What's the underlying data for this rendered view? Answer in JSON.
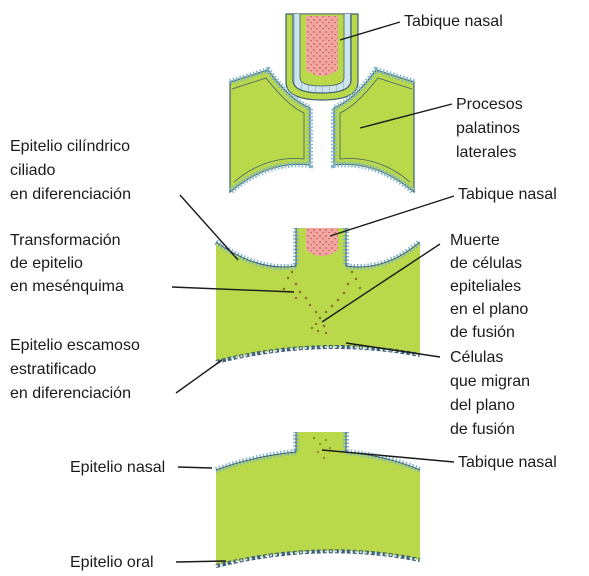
{
  "colors": {
    "mesenchyme": "#b9d84a",
    "mesenchyme_dark": "#a3c43a",
    "epithelium_fill": "#cfe3ec",
    "epithelium_cell": "#7fb6cc",
    "epithelium_edge": "#3d5f73",
    "septum_core": "#f0a9a2",
    "septum_dots": "#d9534f",
    "migrating_cells": "#8a6a2a",
    "line": "#1a1a1a"
  },
  "labels": {
    "tabique_nasal_1": "Tabique nasal",
    "procesos_1": "Procesos",
    "procesos_2": "palatinos",
    "procesos_3": "laterales",
    "cilindrico_1": "Epitelio cilíndrico",
    "cilindrico_2": "ciliado",
    "cilindrico_3": "en diferenciación",
    "tabique_nasal_2": "Tabique nasal",
    "transformacion_1": "Transformación",
    "transformacion_2": "de epitelio",
    "transformacion_3": "en mesénquima",
    "muerte_1": "Muerte",
    "muerte_2": "de células",
    "muerte_3": "epiteliales",
    "muerte_4": "en el plano",
    "muerte_5": "de fusión",
    "escamoso_1": "Epitelio escamoso",
    "escamoso_2": "estratificado",
    "escamoso_3": "en diferenciación",
    "migran_1": "Células",
    "migran_2": "que migran",
    "migran_3": "del plano",
    "migran_4": "de fusión",
    "epitelio_nasal": "Epitelio nasal",
    "tabique_nasal_3": "Tabique nasal",
    "epitelio_oral": "Epitelio oral"
  }
}
